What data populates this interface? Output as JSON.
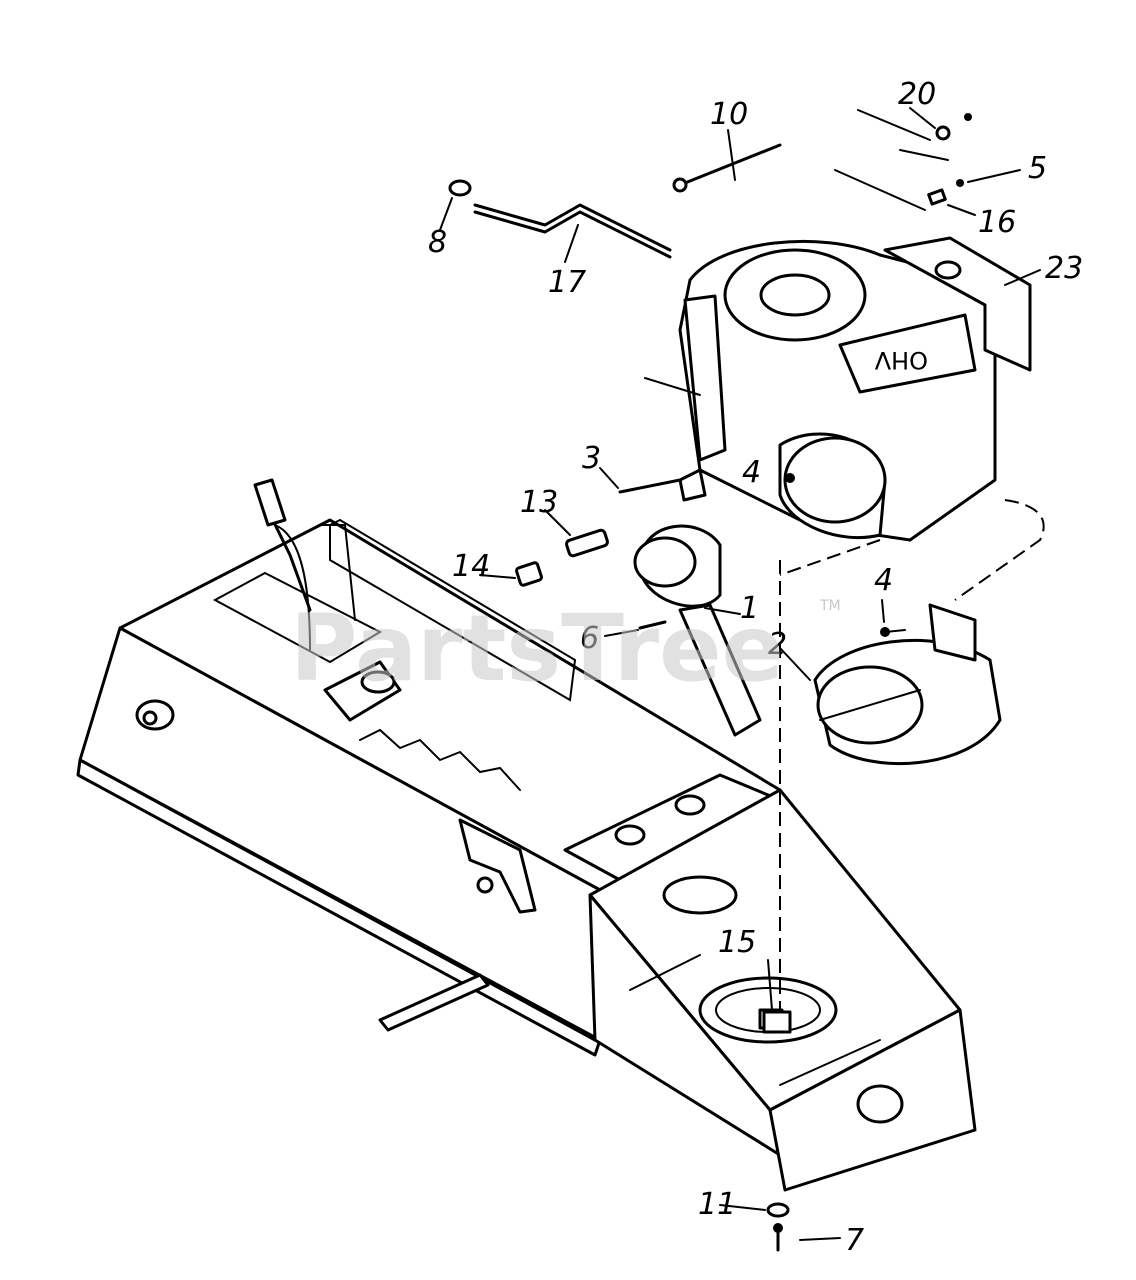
{
  "watermark": {
    "text": "PartsTree",
    "tm": "TM"
  },
  "engine_label": "OHV",
  "callouts": {
    "c1": "1",
    "c2": "2",
    "c3": "3",
    "c4a": "4",
    "c4b": "4",
    "c5": "5",
    "c6": "6",
    "c7": "7",
    "c8": "8",
    "c10": "10",
    "c11": "11",
    "c13": "13",
    "c14": "14",
    "c15": "15",
    "c16": "16",
    "c17": "17",
    "c20": "20",
    "c23": "23"
  }
}
